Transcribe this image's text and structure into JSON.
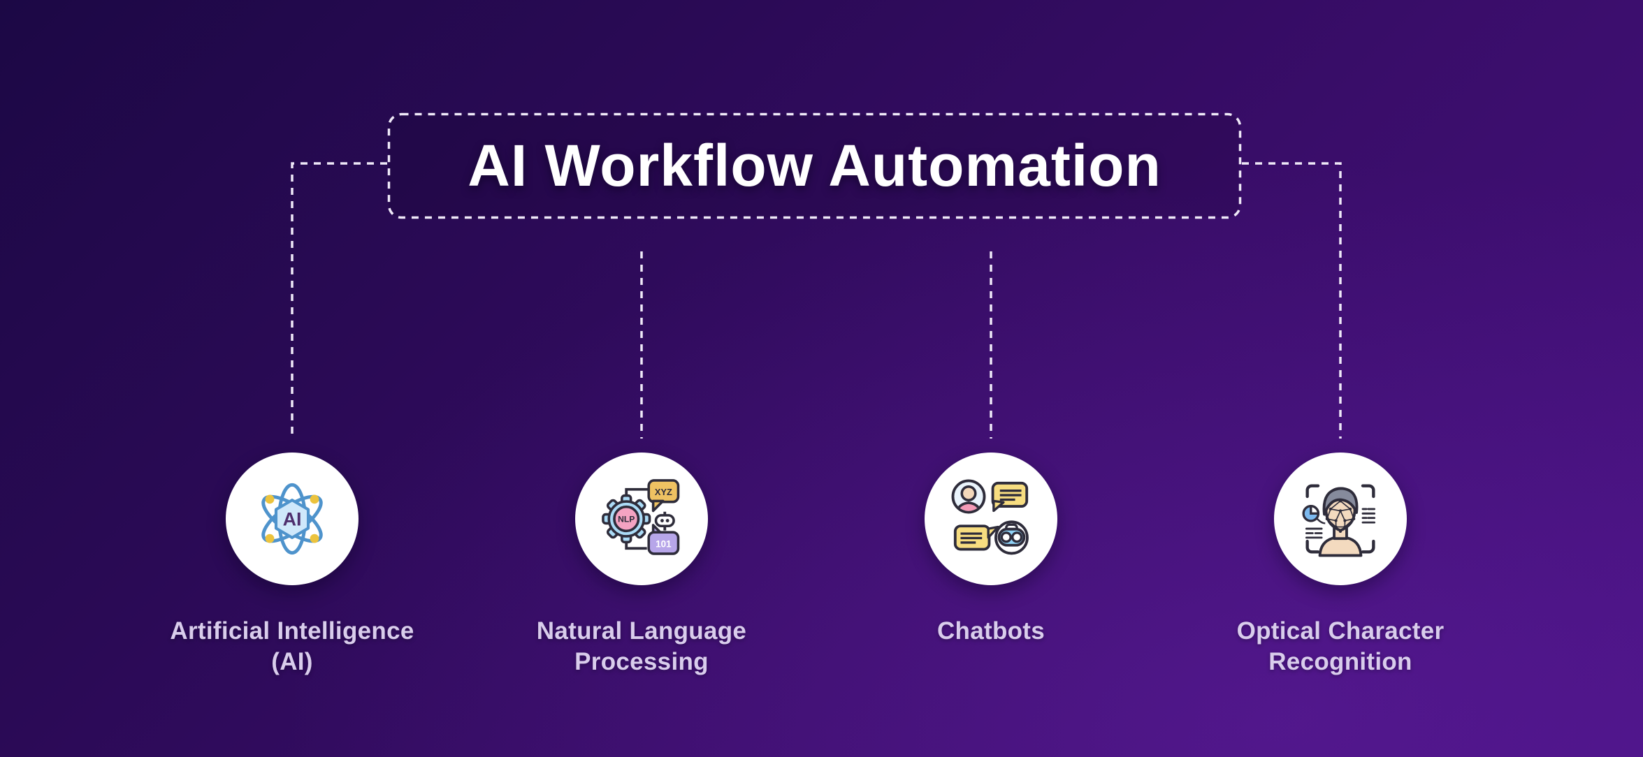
{
  "title": {
    "text": "AI Workflow Automation"
  },
  "colors": {
    "background_top_left": "#1e0947",
    "background_bottom_right": "#471180",
    "connector_line": "#efe9f8",
    "title_text": "#ffffff",
    "label_text": "#d9cdec",
    "node_circle_fill": "#ffffff",
    "icon_outline": "#2e2c3a",
    "atom_blue": "#4e93cc",
    "gear_blue": "#abdbf6",
    "nlp_pink": "#f4a3c2",
    "bubble_yellow": "#f7dd80",
    "xyz_tan": "#eec262",
    "binary_lavender": "#b7a6e9",
    "robot_goggle_blue": "#8fd2f6",
    "skin_beige": "#f3dabf",
    "hair_gray": "#868b9c",
    "pie_blue": "#7cb9ee",
    "dot_yellow": "#ecc33d"
  },
  "nodes": [
    {
      "icon": "ai-atom-icon",
      "label_lines": [
        "Artificial Intelligence",
        "(AI)"
      ]
    },
    {
      "icon": "nlp-gear-icon",
      "label_lines": [
        "Natural Language",
        "Processing"
      ]
    },
    {
      "icon": "chatbots-icon",
      "label_lines": [
        "Chatbots"
      ]
    },
    {
      "icon": "ocr-face-scan-icon",
      "label_lines": [
        "Optical Character",
        "Recognition"
      ]
    }
  ],
  "icon_texts": {
    "ai": "AI",
    "nlp": "NLP",
    "xyz": "XYZ",
    "binary": "101"
  }
}
